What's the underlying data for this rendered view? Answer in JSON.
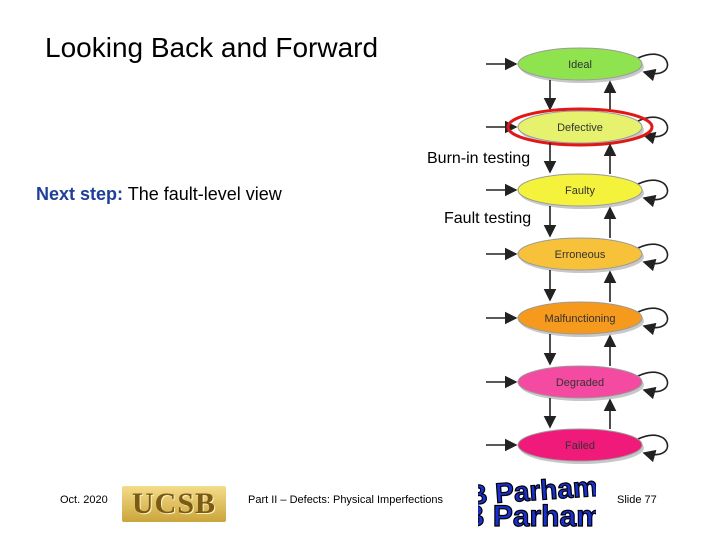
{
  "slide": {
    "title": "Looking Back and Forward",
    "next_step_lead": "Next step:",
    "next_step_text": " The fault-level view",
    "annotations": {
      "burn_in": "Burn-in testing",
      "fault_testing": "Fault testing"
    },
    "footer": {
      "date": "Oct. 2020",
      "logo_text": "UCSB",
      "subtitle": "Part II – Defects: Physical Imperfections",
      "signature_text": "B Parhami",
      "slide_number": "Slide 77"
    }
  },
  "states": [
    {
      "label": "Ideal",
      "color": "#8ee34f"
    },
    {
      "label": "Defective",
      "color": "#e6f26e"
    },
    {
      "label": "Faulty",
      "color": "#f4f23a"
    },
    {
      "label": "Erroneous",
      "color": "#f7c13a"
    },
    {
      "label": "Malfunctioning",
      "color": "#f59a1c"
    },
    {
      "label": "Degraded",
      "color": "#f44aa1"
    },
    {
      "label": "Failed",
      "color": "#ef1a7a"
    }
  ],
  "highlighted_state": "Defective",
  "highlight_color": "#e01818"
}
